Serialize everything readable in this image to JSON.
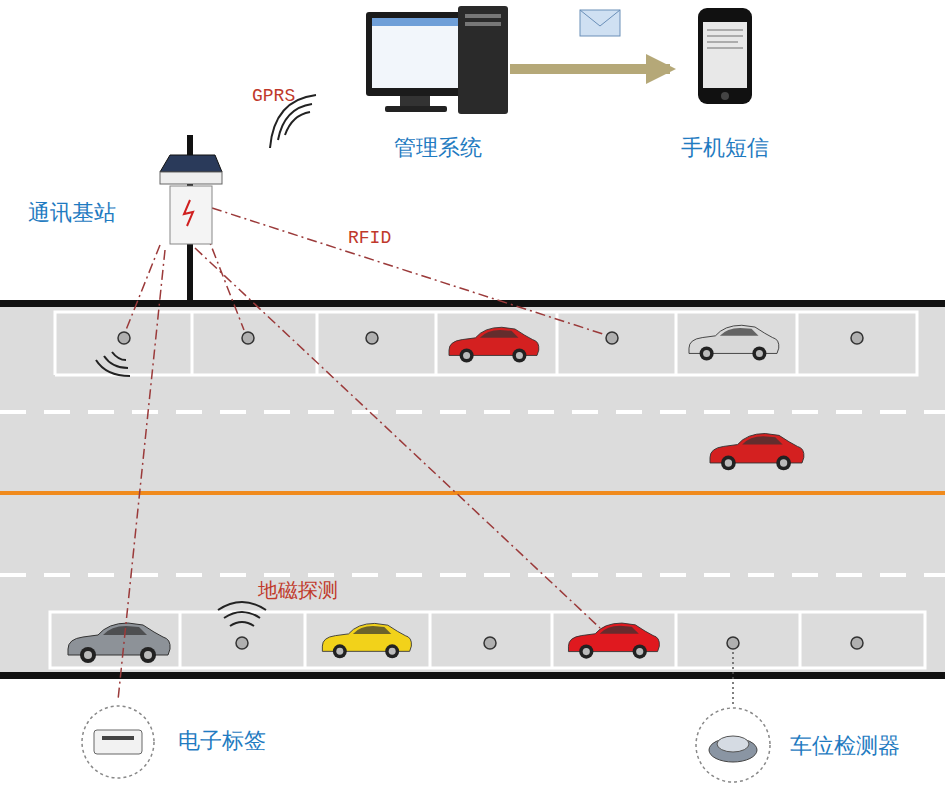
{
  "diagram": {
    "nodes": [
      {
        "text": [
          "管理系统"
        ]
      },
      {
        "text": [
          "手机短信"
        ]
      },
      {
        "text": [
          "通讯基站"
        ]
      },
      {
        "text": [
          "电子标签"
        ]
      },
      {
        "text": [
          "车位检测器"
        ]
      }
    ],
    "edges": [
      {
        "from": 0,
        "to": 1,
        "arrow": "to"
      },
      {
        "from": 2,
        "to": 3,
        "arrow": "none"
      }
    ],
    "labels": [
      "GPRS",
      "RFID",
      "地磁探测"
    ]
  }
}
